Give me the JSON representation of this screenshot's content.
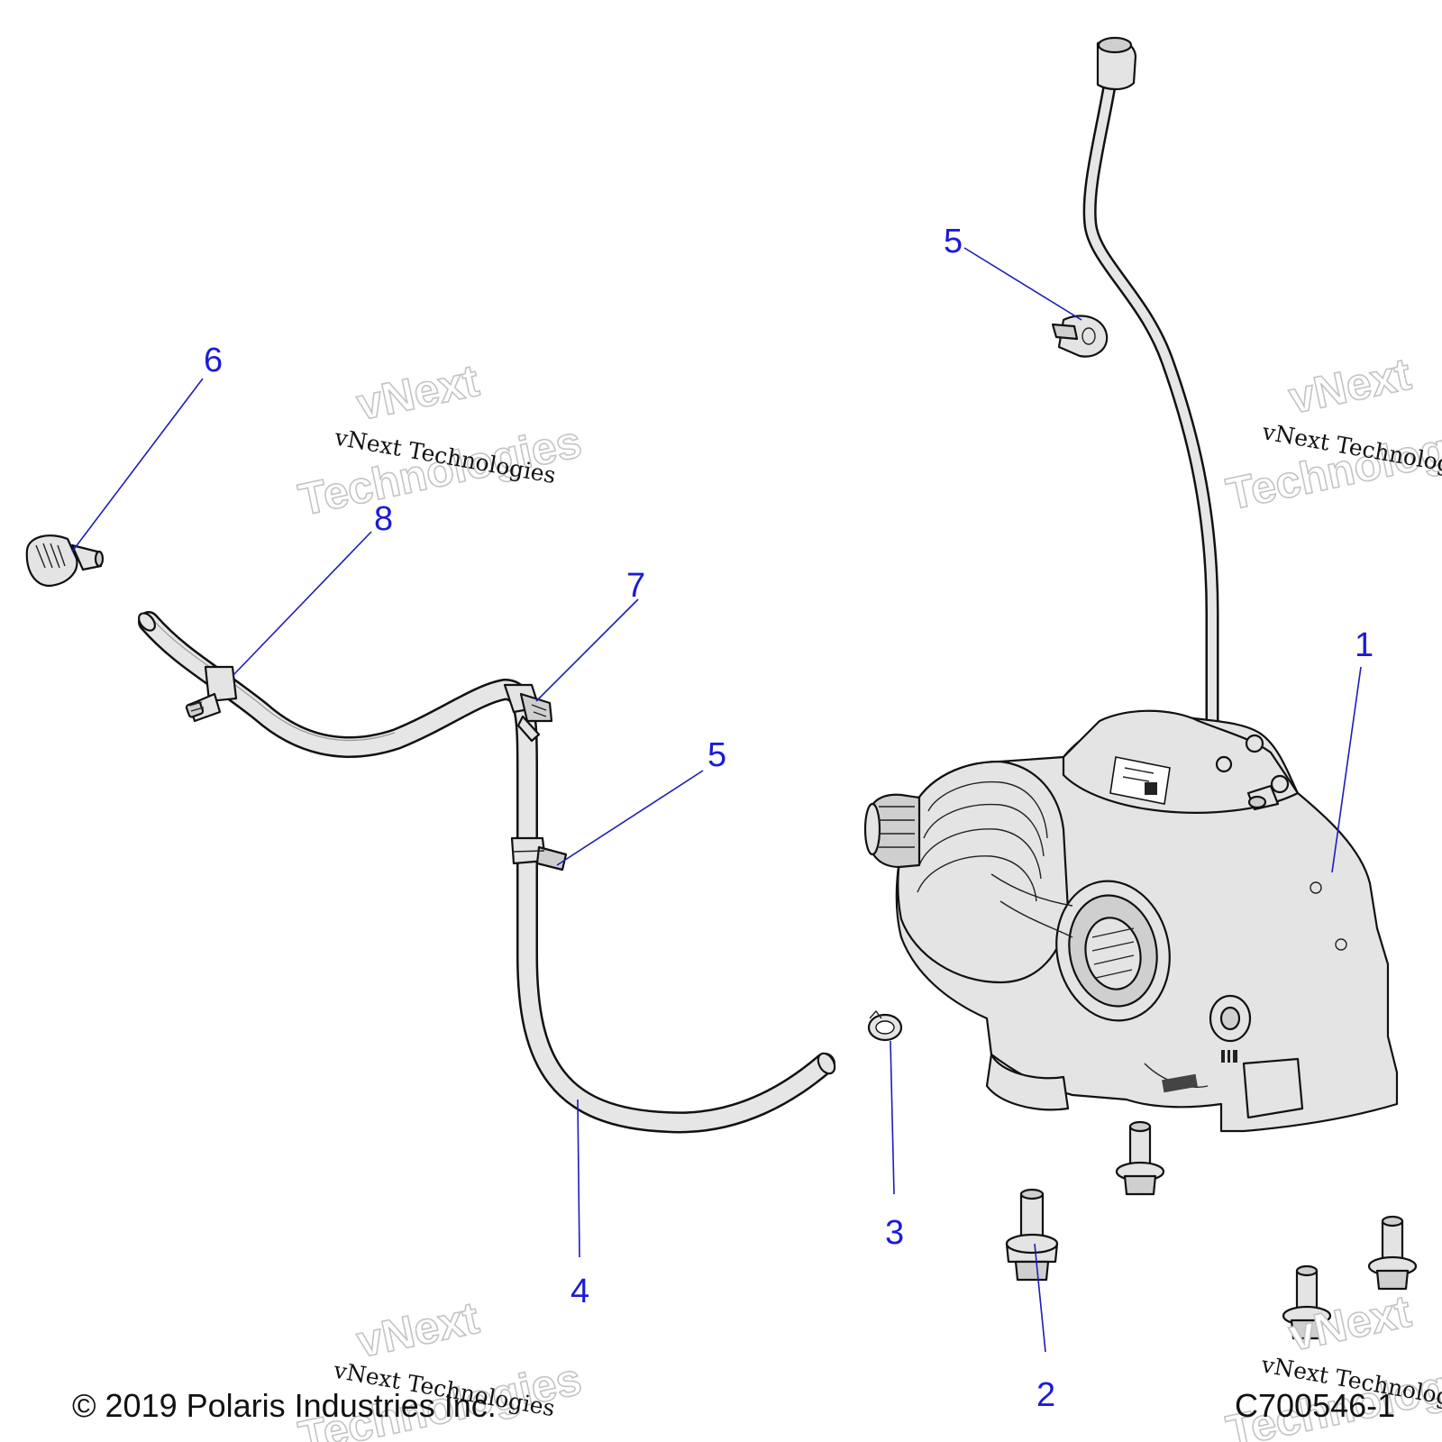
{
  "callouts": {
    "c1": "1",
    "c2": "2",
    "c3": "3",
    "c4": "4",
    "c5a": "5",
    "c5b": "5",
    "c6": "6",
    "c7": "7",
    "c8": "8"
  },
  "watermark": {
    "big_line1": "vNext",
    "big_line2": "Technologies",
    "small": "vNext Technologies"
  },
  "footer": {
    "copyright": "© 2019 Polaris Industries Inc.",
    "diagram_id": "C700546-1"
  },
  "colors": {
    "callout": "#1b1bd6",
    "leader": "#1d1db8",
    "part_fill": "#e4e4e4"
  }
}
